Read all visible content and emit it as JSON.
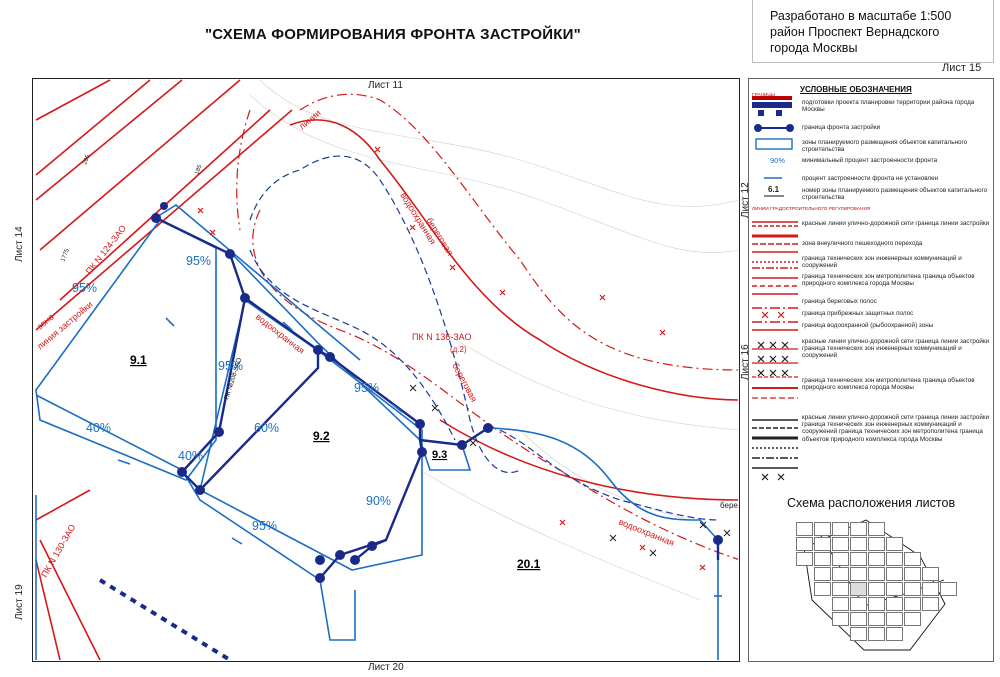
{
  "header": {
    "title": "\"СХЕМА ФОРМИРОВАНИЯ ФРОНТА ЗАСТРОЙКИ\"",
    "scale_line1": "Разработано в масштабе 1:500",
    "scale_line2": "район Проспект Вернадского",
    "scale_line3": "города Москвы",
    "sheet_current": "Лист 15"
  },
  "sheets": {
    "top": "Лист 11",
    "bottom": "Лист 20",
    "left_top": "Лист 14",
    "left_bottom": "Лист 19",
    "right_top": "Лист 12",
    "right_bottom": "Лист 16"
  },
  "colors": {
    "build_front": "#1a2a8a",
    "zone_blue": "#1b6ec2",
    "red_line": "#d41919",
    "dash_blue": "#1a3a9a"
  },
  "map": {
    "zones": {
      "z91": "9.1",
      "z92": "9.2",
      "z93": "9.3",
      "z201": "20.1"
    },
    "percents": {
      "p95_a": "95%",
      "p95_b": "95%",
      "p95_c": "95%",
      "p95_d": "95%",
      "p95_e": "95%",
      "p40_a": "40%",
      "p40_b": "40%",
      "p60": "60%",
      "p90": "90%"
    },
    "labels": {
      "pk136": "ПК N 136-ЗАО",
      "pk136_sub": "(д.2)",
      "pk208": "ПК №208-ЗАО",
      "pk124": "ПК N 124-ЗАО",
      "pk130": "ПК N 130-ЗАО",
      "vodo1": "водоохранная",
      "vodo2": "водоохранная",
      "vodo3": "водоохранная",
      "bereg1": "береговая",
      "bereg2": "береговая",
      "bereg3": "берег",
      "liniya": "линии",
      "zona1": "зона",
      "zona2": "линия застройки",
      "dim1": "185",
      "dim2": "285",
      "dim3": "1775"
    }
  },
  "legend": {
    "title": "УСЛОВНЫЕ ОБОЗНАЧЕНИЯ",
    "sub_boundaries": "ГРАНИЦЫ",
    "sub_lines": "ЛИНИИ ГРАДОСТРОИТЕЛЬНОГО РЕГУЛИРОВАНИЯ",
    "items": [
      "подготовки проекта планировки территории района города Москвы",
      "граница фронта застройки",
      "зоны планируемого размещения объектов капитального строительства",
      "минимальный процент застроенности фронта",
      "процент застроенности фронта не установлен",
      "номер зоны планируемого размещения объектов капитального строительства",
      "красные линии улично-дорожной сети граница линии застройки",
      "зона внеуличного пешеходного перехода",
      "граница технических зон инженерных коммуникаций и сооружений",
      "граница технических зон метрополитена граница объектов природного комплекса города Москвы",
      "граница береговых полос",
      "граница прибрежных защитных полос",
      "граница водоохранной (рыбоохранной) зоны",
      "красные линии улично-дорожной сети граница линии застройки граница технических зон инженерных коммуникаций и сооружений",
      "граница технических зон метрополитена граница объектов природного комплекса города Москвы",
      "красные линии улично-дорожной сети граница линии застройки граница технических зон инженерных коммуникаций и сооружений граница технических зон метрополитена граница объектов природного комплекса города Москвы"
    ],
    "pct_sample": "90%",
    "zone_sample": "6.1",
    "layout_title": "Схема расположения листов"
  }
}
